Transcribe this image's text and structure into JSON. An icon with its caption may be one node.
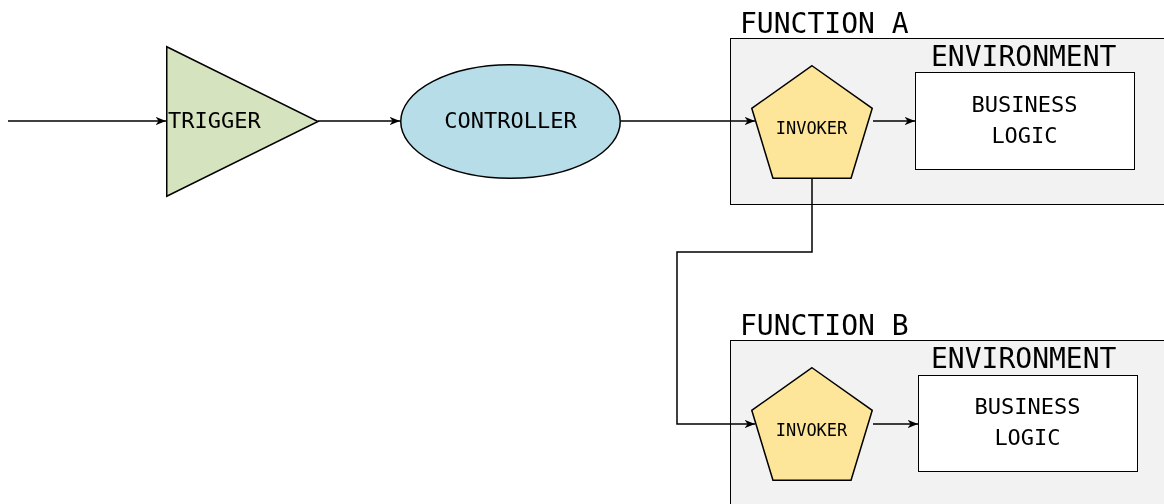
{
  "diagram": {
    "nodes": [
      {
        "text": [
          "TRIGGER"
        ]
      },
      {
        "text": [
          "CONTROLLER"
        ]
      },
      {
        "text": [
          "FUNCTION A",
          "ENVIRONMENT"
        ]
      },
      {
        "text": [
          "INVOKER"
        ],
        "in": 2
      },
      {
        "text": [
          "BUSINESS LOGIC"
        ],
        "in": 2
      },
      {
        "text": [
          "FUNCTION B",
          "ENVIRONMENT"
        ]
      },
      {
        "text": [
          "INVOKER"
        ],
        "in": 5
      },
      {
        "text": [
          "BUSINESS LOGIC"
        ],
        "in": 5
      }
    ],
    "edges": [
      {
        "from": null,
        "to": 0,
        "arrow": "to"
      },
      {
        "from": 0,
        "to": 1,
        "arrow": "to"
      },
      {
        "from": 1,
        "to": 3,
        "arrow": "to"
      },
      {
        "from": 3,
        "to": 4,
        "arrow": "to"
      },
      {
        "from": 3,
        "to": 6,
        "arrow": "to"
      },
      {
        "from": 6,
        "to": 7,
        "arrow": "to"
      }
    ]
  }
}
